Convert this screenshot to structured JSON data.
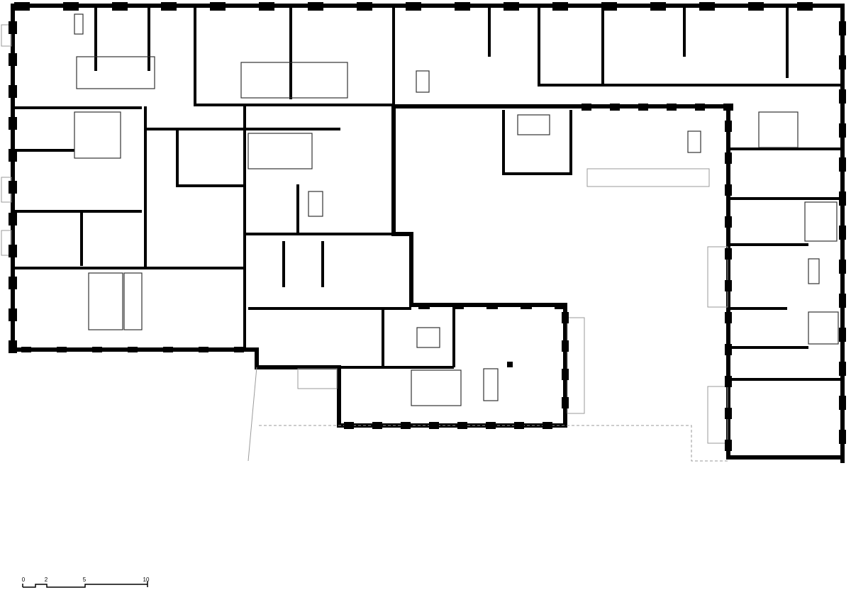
{
  "scale_bar": {
    "labels": [
      "0",
      "2",
      "5",
      "10"
    ],
    "unit_values": [
      0,
      2,
      5,
      10
    ]
  },
  "colors": {
    "wall": "#000000",
    "thin_line": "#9a9a9a",
    "background": "#ffffff"
  }
}
